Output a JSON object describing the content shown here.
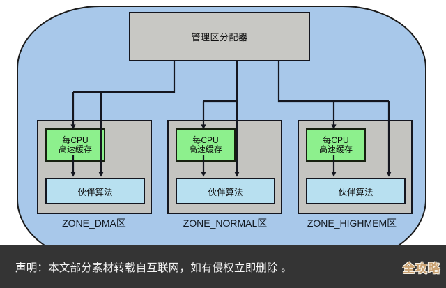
{
  "diagram": {
    "allocator": {
      "label": "管理区分配器"
    },
    "zones": [
      {
        "id": "dma",
        "caption": "ZONE_DMA区",
        "cache_line1": "每CPU",
        "cache_line2": "高速缓存",
        "buddy_label": "伙伴算法"
      },
      {
        "id": "normal",
        "caption": "ZONE_NORMAL区",
        "cache_line1": "每CPU",
        "cache_line2": "高速缓存",
        "buddy_label": "伙伴算法"
      },
      {
        "id": "highmem",
        "caption": "ZONE_HIGHMEM区",
        "cache_line1": "每CPU",
        "cache_line2": "高速缓存",
        "buddy_label": "伙伴算法"
      }
    ],
    "colors": {
      "node_background": "#a8c8ea",
      "allocator_fill": "#c8c8c4",
      "zone_fill": "#c4c4c0",
      "cache_fill": "#8df08d",
      "buddy_fill": "#b8e0f0",
      "stroke": "#14161f",
      "banner_background": "#343434",
      "banner_text": "#f4f4f4",
      "watermark": "#c8a070"
    }
  },
  "banner": {
    "text": "声明：本文部分素材转载自互联网，如有侵权立即删除 。",
    "watermark": "全攻略"
  }
}
